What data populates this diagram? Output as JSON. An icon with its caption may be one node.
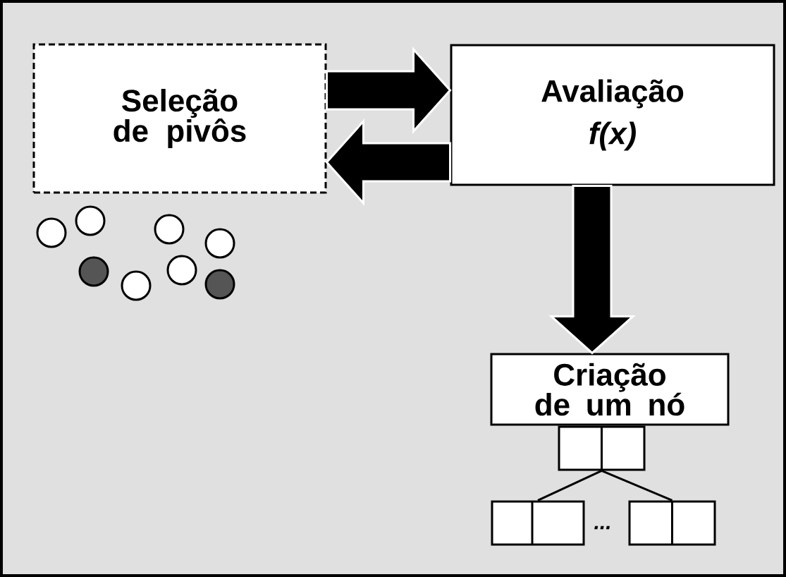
{
  "diagram": {
    "nodes": [
      {
        "text": [
          "Seleção de pivôs"
        ]
      },
      {
        "text": [
          "Avaliação",
          "f(x)"
        ]
      },
      {
        "text": [
          "Criação de um nó"
        ]
      },
      {
        "text": [],
        "shape": "box"
      },
      {
        "text": [],
        "shape": "box"
      },
      {
        "text": [],
        "shape": "box"
      }
    ],
    "edges": [
      {
        "from": 0,
        "to": 1,
        "arrow": "to",
        "style": "thick"
      },
      {
        "from": 1,
        "to": 0,
        "arrow": "to",
        "style": "thick"
      },
      {
        "from": 1,
        "to": 2,
        "arrow": "to",
        "style": "thick"
      },
      {
        "from": 3,
        "to": 4,
        "arrow": "none"
      },
      {
        "from": 3,
        "to": 5,
        "arrow": "none"
      }
    ],
    "labels": [
      "..."
    ]
  }
}
